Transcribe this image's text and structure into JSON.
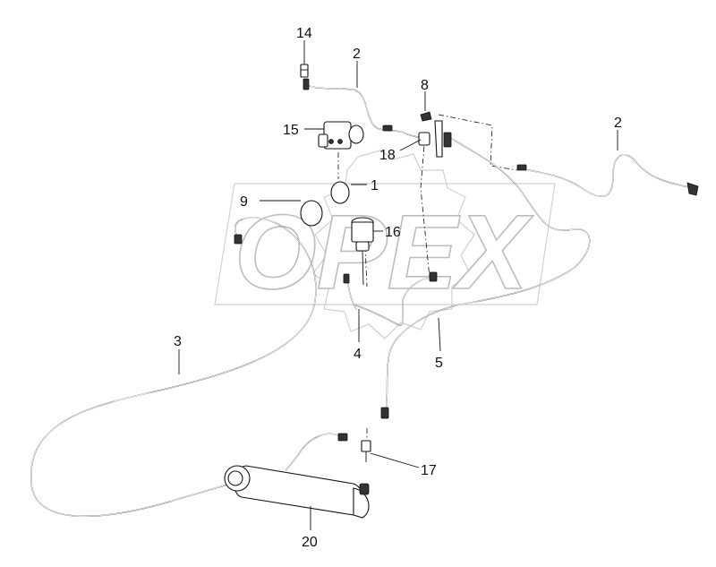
{
  "watermark": {
    "text": "OPEX"
  },
  "callouts": [
    {
      "id": "14",
      "label": "14"
    },
    {
      "id": "2a",
      "label": "2"
    },
    {
      "id": "8",
      "label": "8"
    },
    {
      "id": "2b",
      "label": "2"
    },
    {
      "id": "15",
      "label": "15"
    },
    {
      "id": "18",
      "label": "18"
    },
    {
      "id": "1",
      "label": "1"
    },
    {
      "id": "9",
      "label": "9"
    },
    {
      "id": "16",
      "label": "16"
    },
    {
      "id": "3",
      "label": "3"
    },
    {
      "id": "4",
      "label": "4"
    },
    {
      "id": "5",
      "label": "5"
    },
    {
      "id": "17",
      "label": "17"
    },
    {
      "id": "20",
      "label": "20"
    }
  ]
}
